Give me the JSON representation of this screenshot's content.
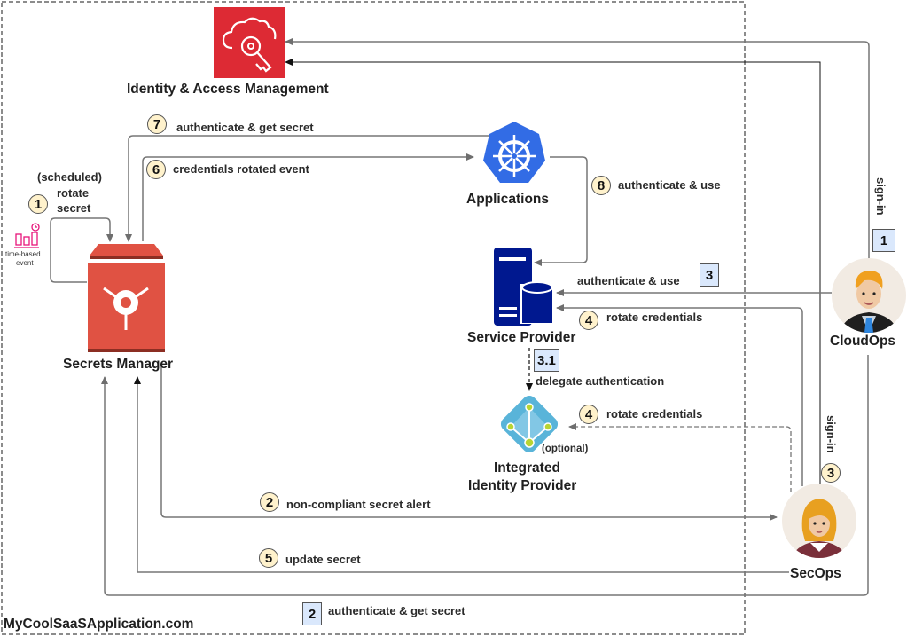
{
  "boundary": {
    "label": "MyCoolSaaSApplication.com"
  },
  "nodes": {
    "iam": {
      "label": "Identity & Access Management",
      "icon": "iam-cloud-key-icon",
      "color": "#dd2a34"
    },
    "secrets_manager": {
      "label": "Secrets Manager",
      "icon": "secrets-manager-vault-icon",
      "color": "#e05243"
    },
    "applications": {
      "label": "Applications",
      "icon": "kubernetes-helm-icon",
      "color": "#326ce5"
    },
    "service_provider": {
      "label": "Service Provider",
      "icon": "server-database-icon",
      "color": "#00188f"
    },
    "idp": {
      "label_line1": "Integrated",
      "label_line2": "Identity Provider",
      "note": "(optional)",
      "icon": "identity-provider-diamond-icon",
      "color": "#59b4d9"
    },
    "cloudops": {
      "label": "CloudOps",
      "icon": "male-avatar-icon"
    },
    "secops": {
      "label": "SecOps",
      "icon": "female-avatar-icon"
    },
    "timer": {
      "label_line1": "time-based",
      "label_line2": "event",
      "icon": "time-based-event-icon",
      "color": "#e7157b"
    }
  },
  "flows": {
    "rotate_secret": {
      "step": "1",
      "line1": "(scheduled)",
      "line2": "rotate",
      "line3": "secret"
    },
    "get_secret_7": {
      "step": "7",
      "label": "authenticate & get secret"
    },
    "rotated_event": {
      "step": "6",
      "label": "credentials rotated event"
    },
    "auth_use_8": {
      "step": "8",
      "label": "authenticate & use"
    },
    "auth_use_3": {
      "step": "3",
      "label": "authenticate & use"
    },
    "rotate_creds_sp": {
      "step": "4",
      "label": "rotate credentials"
    },
    "delegate": {
      "step": "3.1",
      "label": "delegate authentication"
    },
    "rotate_creds_idp": {
      "step": "4",
      "label": "rotate credentials"
    },
    "noncompliant": {
      "step": "2",
      "label": "non-compliant secret alert"
    },
    "update_secret": {
      "step": "5",
      "label": "update secret"
    },
    "get_secret_2": {
      "step": "2",
      "label": "authenticate & get secret"
    },
    "cloudops_signin": {
      "step": "1",
      "label": "sign-in"
    },
    "secops_signin": {
      "step": "3",
      "label": "sign-in"
    }
  }
}
